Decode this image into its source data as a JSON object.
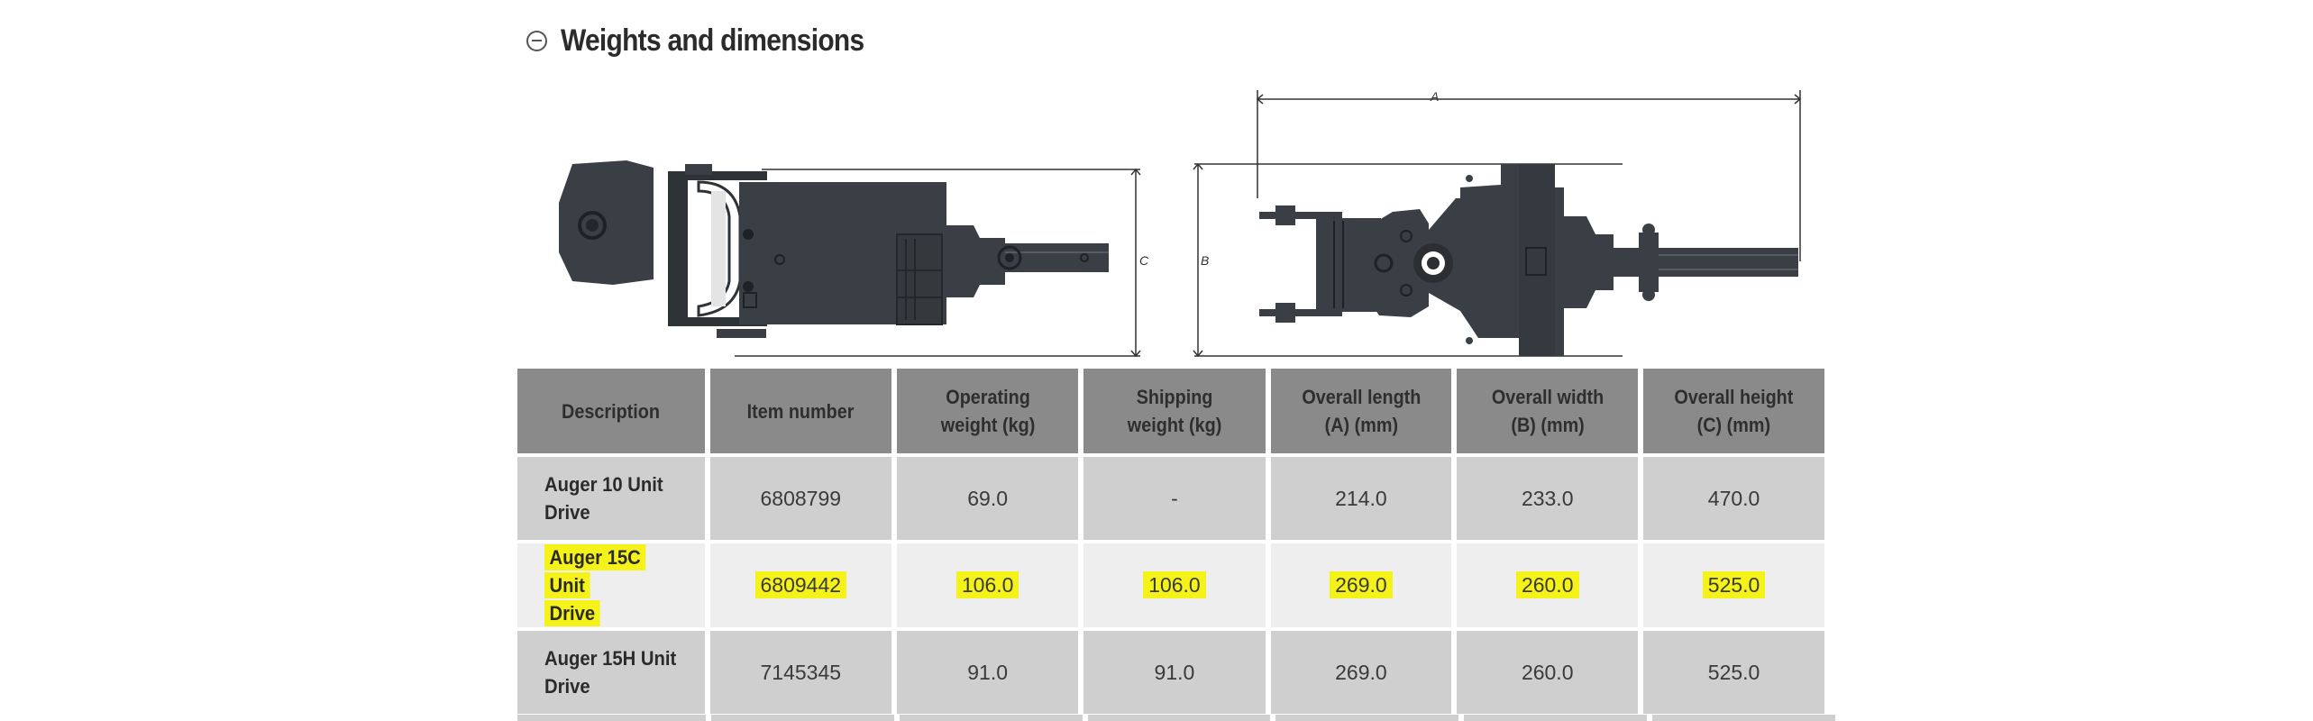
{
  "section": {
    "title": "Weights and dimensions",
    "collapse_icon": "minus-circle-icon"
  },
  "diagram": {
    "labels": {
      "a": "A",
      "b": "B",
      "c": "C"
    }
  },
  "table": {
    "headers": [
      [
        "Description"
      ],
      [
        "Item number"
      ],
      [
        "Operating",
        "weight (kg)"
      ],
      [
        "Shipping",
        "weight (kg)"
      ],
      [
        "Overall length",
        "(A) (mm)"
      ],
      [
        "Overall width",
        "(B) (mm)"
      ],
      [
        "Overall height",
        "(C) (mm)"
      ]
    ],
    "rows": [
      {
        "description": [
          "Auger 10 Unit",
          "Drive"
        ],
        "item_number": "6808799",
        "operating_weight": "69.0",
        "shipping_weight": "-",
        "overall_length": "214.0",
        "overall_width": "233.0",
        "overall_height": "470.0",
        "highlighted": false
      },
      {
        "description": [
          "Auger 15C Unit",
          "Drive"
        ],
        "item_number": "6809442",
        "operating_weight": "106.0",
        "shipping_weight": "106.0",
        "overall_length": "269.0",
        "overall_width": "260.0",
        "overall_height": "525.0",
        "highlighted": true
      },
      {
        "description": [
          "Auger 15H Unit",
          "Drive"
        ],
        "item_number": "7145345",
        "operating_weight": "91.0",
        "shipping_weight": "91.0",
        "overall_length": "269.0",
        "overall_width": "260.0",
        "overall_height": "525.0",
        "highlighted": false
      }
    ]
  },
  "colors": {
    "header_bg": "#8a8a8a",
    "cell_bg": "#cfcfcf",
    "cell_alt_bg": "#eeeeee",
    "highlight": "#f5f21a",
    "machine": "#3a3f45"
  }
}
